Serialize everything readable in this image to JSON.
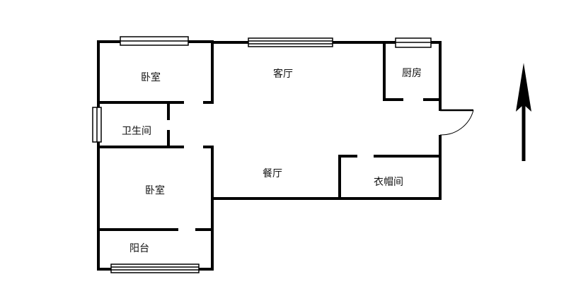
{
  "title": "Floor plan",
  "rooms": [
    {
      "id": "bedroom-1",
      "label": "卧室"
    },
    {
      "id": "living-room",
      "label": "客厅"
    },
    {
      "id": "kitchen",
      "label": "厨房"
    },
    {
      "id": "bathroom",
      "label": "卫生间"
    },
    {
      "id": "dining-room",
      "label": "餐厅"
    },
    {
      "id": "walk-in-closet",
      "label": "衣帽间"
    },
    {
      "id": "bedroom-2",
      "label": "卧室"
    },
    {
      "id": "balcony",
      "label": "阳台"
    }
  ],
  "compass": {
    "direction": "north"
  },
  "colors": {
    "wall": "#000000",
    "background": "#ffffff"
  }
}
